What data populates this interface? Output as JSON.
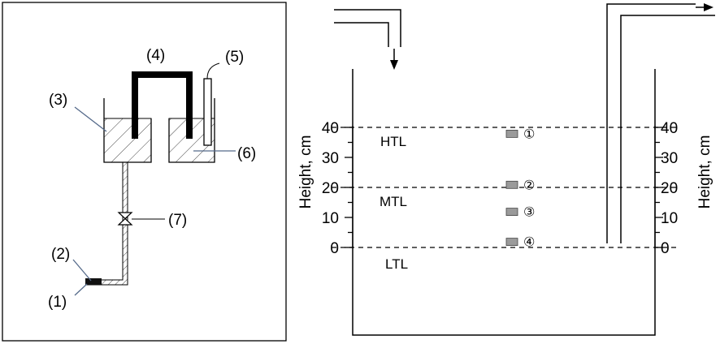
{
  "apparatus": {
    "labels": [
      "(1)",
      "(2)",
      "(3)",
      "(4)",
      "(5)",
      "(6)",
      "(7)"
    ]
  },
  "tank": {
    "axis_label_left": "Height, cm",
    "axis_label_right": "Height, cm",
    "ticks": [
      "40",
      "30",
      "20",
      "10",
      "0"
    ],
    "levels": [
      {
        "name": "HTL",
        "height": 40
      },
      {
        "name": "MTL",
        "height": 20
      },
      {
        "name": "LTL",
        "height": 0
      }
    ],
    "samplers": [
      {
        "marker": "①",
        "height": 38
      },
      {
        "marker": "②",
        "height": 21
      },
      {
        "marker": "③",
        "height": 12
      },
      {
        "marker": "④",
        "height": 2
      }
    ]
  }
}
